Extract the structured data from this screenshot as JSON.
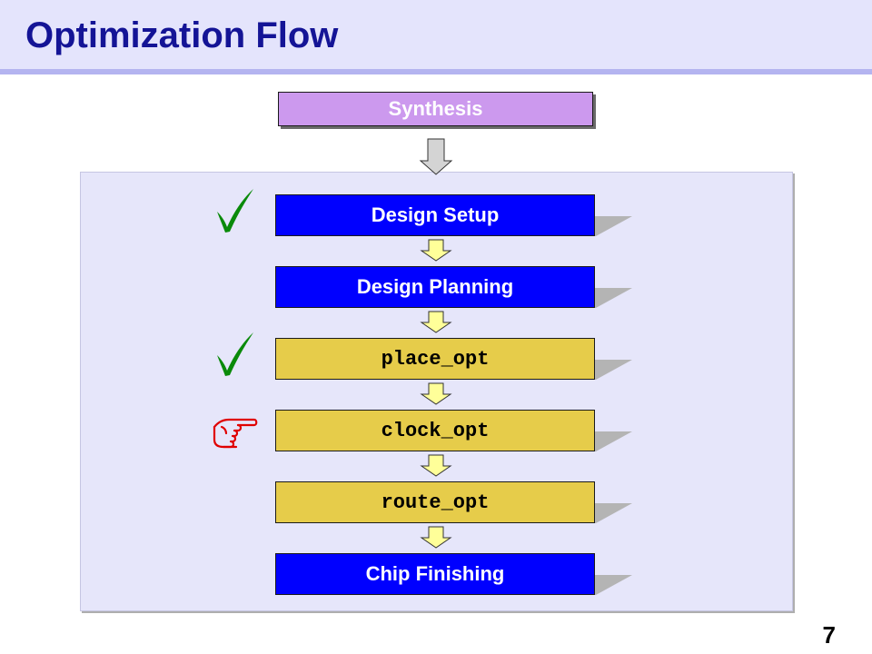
{
  "slide": {
    "title": "Optimization Flow",
    "page_number": "7"
  },
  "flow": {
    "top_step": {
      "label": "Synthesis",
      "color": "#cc99ee"
    },
    "steps": [
      {
        "label": "Design Setup",
        "style": "blue",
        "marker": "check-icon"
      },
      {
        "label": "Design Planning",
        "style": "blue",
        "marker": ""
      },
      {
        "label": "place_opt",
        "style": "gold",
        "marker": "check-icon"
      },
      {
        "label": "clock_opt",
        "style": "gold",
        "marker": "pointing-hand-icon"
      },
      {
        "label": "route_opt",
        "style": "gold",
        "marker": ""
      },
      {
        "label": "Chip Finishing",
        "style": "blue",
        "marker": ""
      }
    ]
  },
  "colors": {
    "title_text": "#141496",
    "header_band": "#e4e4fc",
    "panel": "#e6e6fa",
    "blue_step": "#0000ff",
    "gold_step": "#e6cc4a",
    "check_mark": "#0a8a0a",
    "pointing_hand": "#e00000",
    "arrow_yellow": "#ffff99",
    "arrow_gray": "#d4d4d4"
  }
}
